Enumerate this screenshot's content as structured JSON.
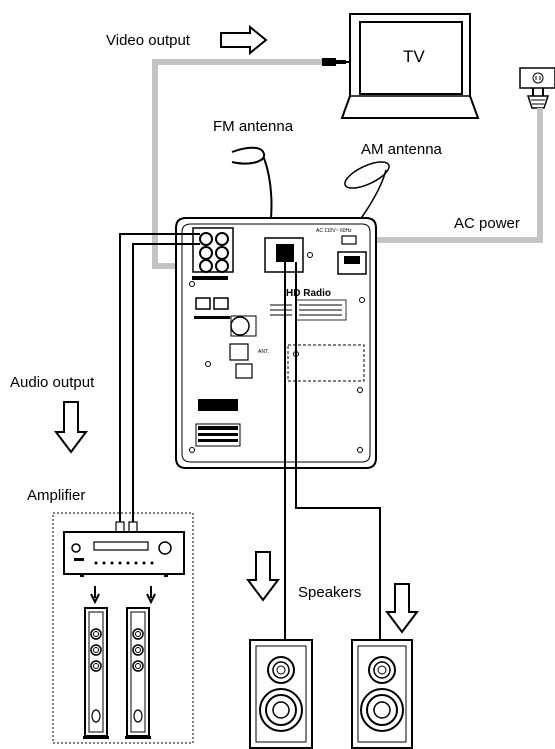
{
  "labels": {
    "video_output": "Video output",
    "tv": "TV",
    "fm_antenna": "FM antenna",
    "am_antenna": "AM antenna",
    "ac_power": "AC power",
    "audio_output": "Audio output",
    "amplifier": "Amplifier",
    "speakers": "Speakers"
  },
  "unit_markings": {
    "ac_rating": "AC 110V~ 60Hz",
    "hd_radio": "HD Radio"
  },
  "colors": {
    "video_cable": "#c4c4c4",
    "ac_cable": "#c4c4c4",
    "wire": "#000000",
    "panel": "#ffffff"
  }
}
